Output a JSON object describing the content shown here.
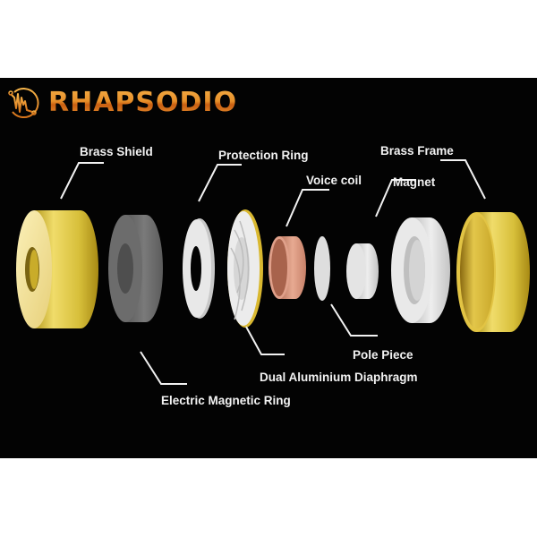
{
  "brand": {
    "name": "RHAPSODIO",
    "logo_icon": "waveform-circle-icon",
    "accent_color": "#e8902a"
  },
  "diagram": {
    "type": "exploded-view",
    "subject": "Dynamic driver components",
    "background_color": "#030303",
    "labels": {
      "brass_shield": "Brass Shield",
      "protection_ring": "Protection Ring",
      "voice_coil": "Voice coil",
      "brass_frame": "Brass Frame",
      "magnet": "Magnet",
      "pole_piece": "Pole Piece",
      "dual_aluminium_diaphragm": "Dual Aluminium Diaphragm",
      "electric_magnetic_ring": "Electric Magnetic Ring"
    },
    "components": [
      {
        "name": "Brass Shield",
        "material_color": "#d9c04a"
      },
      {
        "name": "Electric Magnetic Ring",
        "material_color": "#6e6e6e"
      },
      {
        "name": "Protection Ring",
        "material_color": "#e6e6e6"
      },
      {
        "name": "Dual Aluminium Diaphragm",
        "material_color": "#e9e9e9"
      },
      {
        "name": "Voice coil",
        "material_color": "#d89a82"
      },
      {
        "name": "Pole Piece",
        "material_color": "#dcdcdc"
      },
      {
        "name": "Magnet",
        "material_color": "#d6d6d6"
      },
      {
        "name": "Brass Frame",
        "material_color": "#d8b83a"
      }
    ]
  }
}
